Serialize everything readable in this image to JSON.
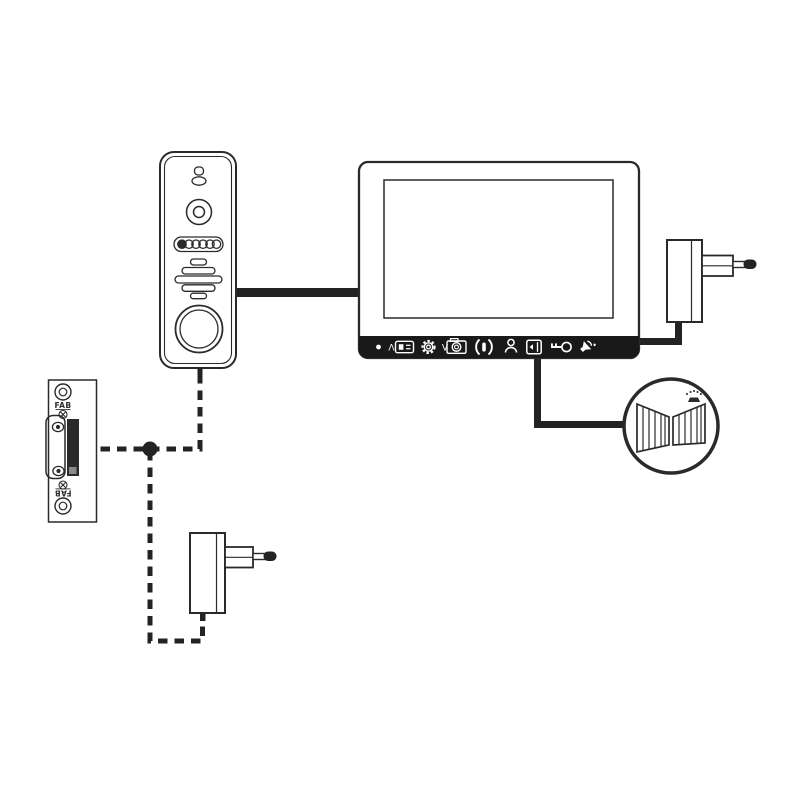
{
  "colors": {
    "background": "#ffffff",
    "line": "#2a2a2a",
    "solid_fill": "#232323",
    "bar_background": "#191919",
    "icon_on_bar": "#ffffff"
  },
  "door_station": {
    "id": "door-station",
    "parts": [
      "microphone",
      "camera-lens",
      "ir-led-array",
      "speaker-grille",
      "call-button"
    ]
  },
  "monitor": {
    "id": "indoor-monitor",
    "status_led": "power-led-dot",
    "buttons": [
      {
        "icon": "display-icon",
        "label": "Λ"
      },
      {
        "icon": "gear-icon",
        "label": ""
      },
      {
        "icon": "camera-icon",
        "label": "V"
      },
      {
        "icon": "intercom-icon",
        "label": ""
      },
      {
        "icon": "person-icon",
        "label": ""
      },
      {
        "icon": "door-icon",
        "label": ""
      },
      {
        "icon": "key-icon",
        "label": ""
      },
      {
        "icon": "speaker-icon",
        "label": ""
      }
    ]
  },
  "door_strike": {
    "id": "door-strike",
    "label_top": "FAB",
    "label_bottom": "FAB"
  },
  "power_adapter_monitor": {
    "id": "monitor-power-adapter"
  },
  "power_adapter_strike": {
    "id": "strike-power-adapter"
  },
  "gate": {
    "id": "gate-automation",
    "light": "flashing-lamp"
  },
  "connections": [
    {
      "from": "door-station",
      "to": "indoor-monitor",
      "style": "solid"
    },
    {
      "from": "indoor-monitor",
      "to": "monitor-power-adapter",
      "style": "solid"
    },
    {
      "from": "indoor-monitor",
      "to": "gate-automation",
      "style": "solid"
    },
    {
      "from": "door-station",
      "to": "junction",
      "style": "dashed"
    },
    {
      "from": "junction",
      "to": "door-strike",
      "style": "dashed"
    },
    {
      "from": "junction",
      "to": "strike-power-adapter",
      "style": "dashed"
    }
  ]
}
